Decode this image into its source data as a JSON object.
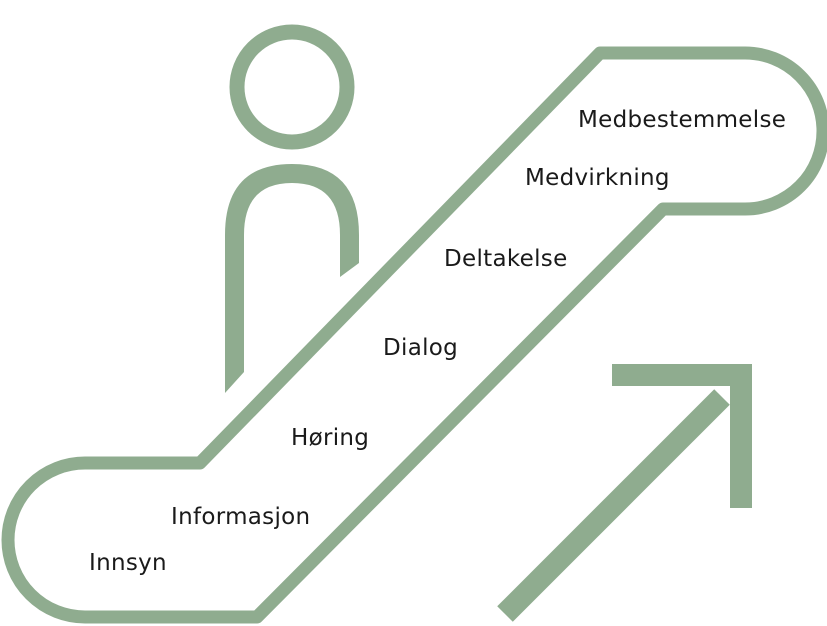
{
  "colors": {
    "accent": "#8fac8f",
    "text": "#1a1a1a",
    "background": "#ffffff"
  },
  "icons": {
    "person": "person-icon",
    "escalator": "escalator-icon",
    "arrow": "arrow-up-right-icon"
  },
  "steps": [
    {
      "label": "Innsyn"
    },
    {
      "label": "Informasjon"
    },
    {
      "label": "Høring"
    },
    {
      "label": "Dialog"
    },
    {
      "label": "Deltakelse"
    },
    {
      "label": "Medvirkning"
    },
    {
      "label": "Medbestemmelse"
    }
  ]
}
